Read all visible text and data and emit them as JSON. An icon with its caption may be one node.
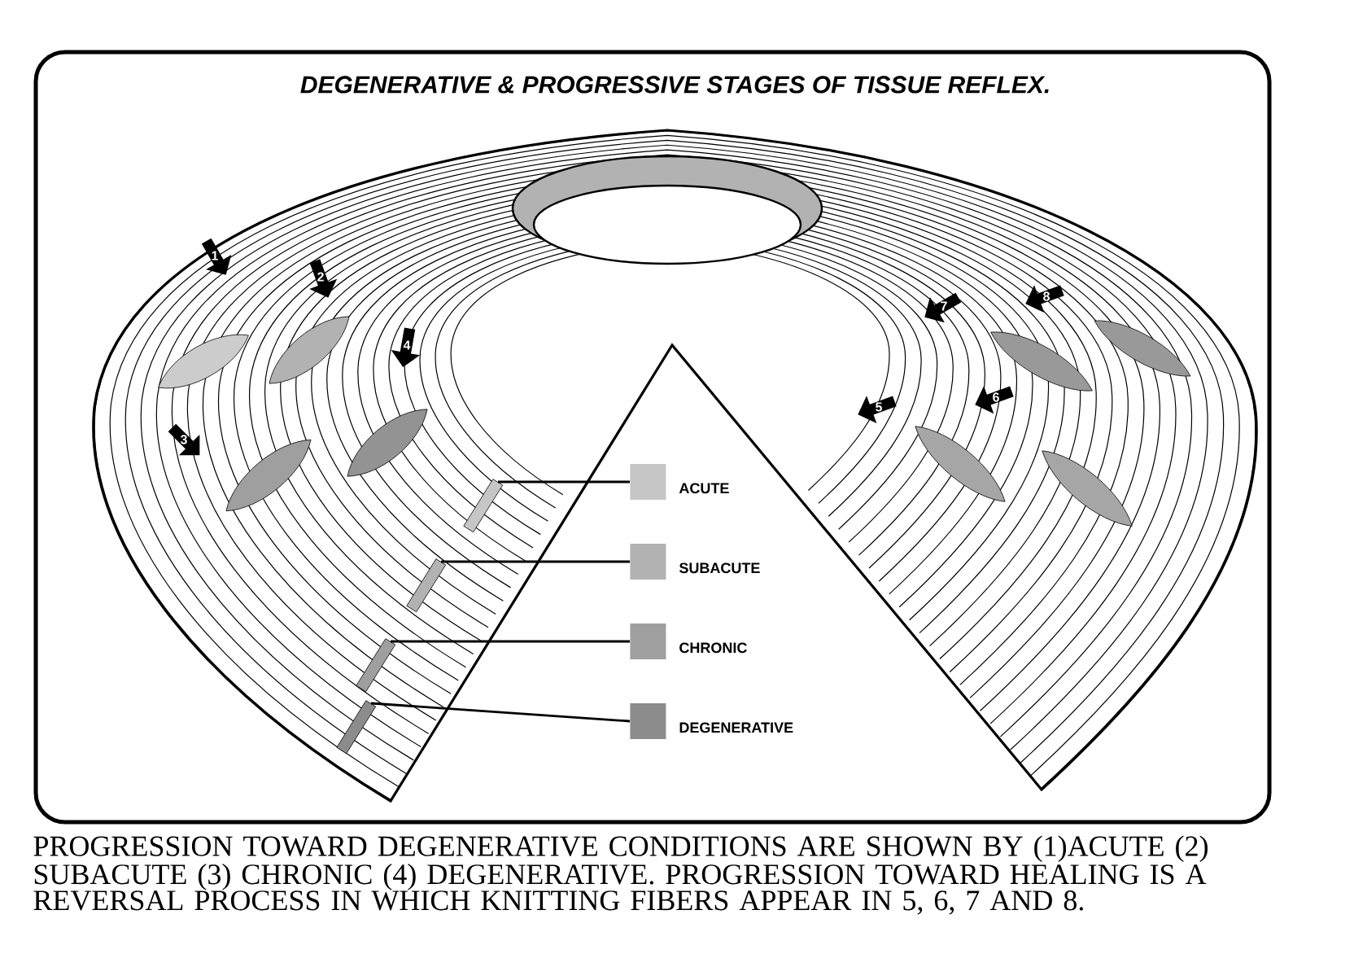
{
  "diagram": {
    "title": "DEGENERATIVE & PROGRESSIVE STAGES OF TISSUE REFLEX.",
    "caption": "PROGRESSION TOWARD DEGENERATIVE CONDITIONS ARE SHOWN BY (1)ACUTE (2) SUBACUTE (3) CHRONIC (4) DEGENERATIVE. PROGRESSION TOWARD HEALING IS A REVERSAL PROCESS IN WHICH KNITTING FIBERS APPEAR IN 5, 6, 7 AND 8.",
    "nodes": [
      {
        "text": [
          "ACUTE"
        ]
      },
      {
        "text": [
          "SUBACUTE"
        ]
      },
      {
        "text": [
          "CHRONIC"
        ]
      },
      {
        "text": [
          "DEGENERATIVE"
        ]
      },
      {
        "text": [],
        "shape": "band"
      },
      {
        "text": [],
        "shape": "band"
      },
      {
        "text": [],
        "shape": "band"
      },
      {
        "text": [],
        "shape": "band"
      }
    ],
    "edges": [
      {
        "from": 0,
        "to": 4,
        "arrow": "none"
      },
      {
        "from": 1,
        "to": 5,
        "arrow": "none"
      },
      {
        "from": 2,
        "to": 6,
        "arrow": "none"
      },
      {
        "from": 3,
        "to": 7,
        "arrow": "none"
      }
    ],
    "labels": [
      "1",
      "2",
      "3",
      "4",
      "5",
      "6",
      "7",
      "8"
    ]
  }
}
